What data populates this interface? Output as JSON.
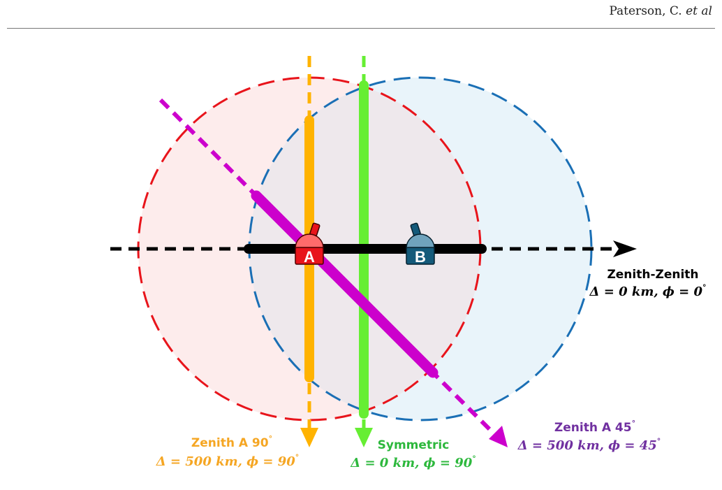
{
  "header": {
    "author": "Paterson, C.",
    "etal": "et al"
  },
  "stations": {
    "a": {
      "letter": "A",
      "color": "#e8141b",
      "dome": "#ff6b6b"
    },
    "b": {
      "letter": "B",
      "color": "#145a7a",
      "dome": "#6fa3bd"
    }
  },
  "beams": {
    "zenith_zenith": {
      "color": "#000000",
      "name": "Zenith-Zenith",
      "eq_prefix": "Δ = 0 km, ϕ = 0",
      "eq_sup": "°"
    },
    "zenith_a_90": {
      "color": "#ffb300",
      "name": "Zenith A 90",
      "name_sup": "°",
      "eq_prefix": "Δ = 500 km, ϕ = 90",
      "eq_sup": "°"
    },
    "symmetric": {
      "color": "#66ee33",
      "label_color": "#2db83d",
      "name": "Symmetric",
      "eq_prefix": "Δ = 0 km, ϕ = 90",
      "eq_sup": "°"
    },
    "zenith_a_45": {
      "color": "#cc00cc",
      "label_color": "#7030a0",
      "name": "Zenith A 45",
      "name_sup": "°",
      "eq_prefix": "Δ = 500 km, ϕ = 45",
      "eq_sup": "°"
    }
  },
  "coverage": {
    "a_color": "#e8141b",
    "a_fill": "#fde9e9",
    "b_color": "#1a6fb5",
    "b_fill": "#e5f2f9"
  }
}
